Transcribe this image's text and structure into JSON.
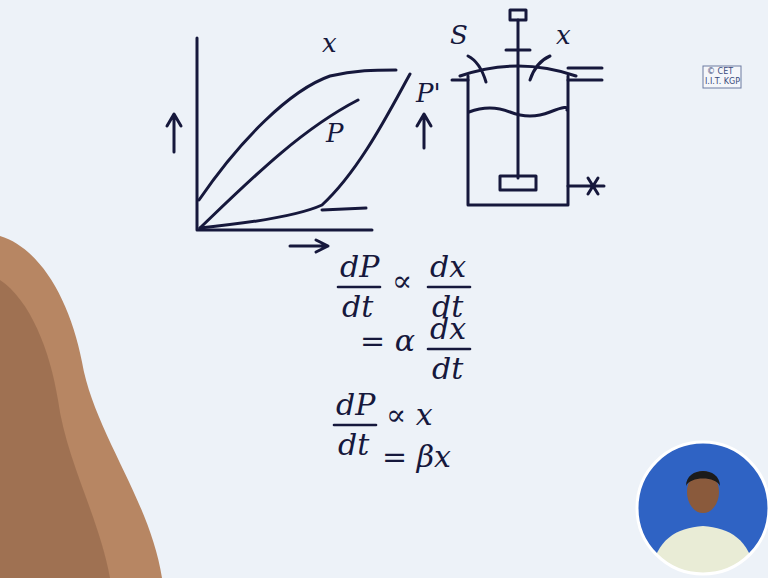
{
  "diagram": {
    "labels": [
      "x",
      "P",
      "P'",
      "S",
      "x",
      "dP",
      "dt",
      "∝",
      "dx",
      "dt",
      "= α",
      "dx",
      "dt",
      "dP",
      "dt",
      "∝ x",
      "= βx",
      "© CET",
      "I.I.T. KGP"
    ]
  }
}
